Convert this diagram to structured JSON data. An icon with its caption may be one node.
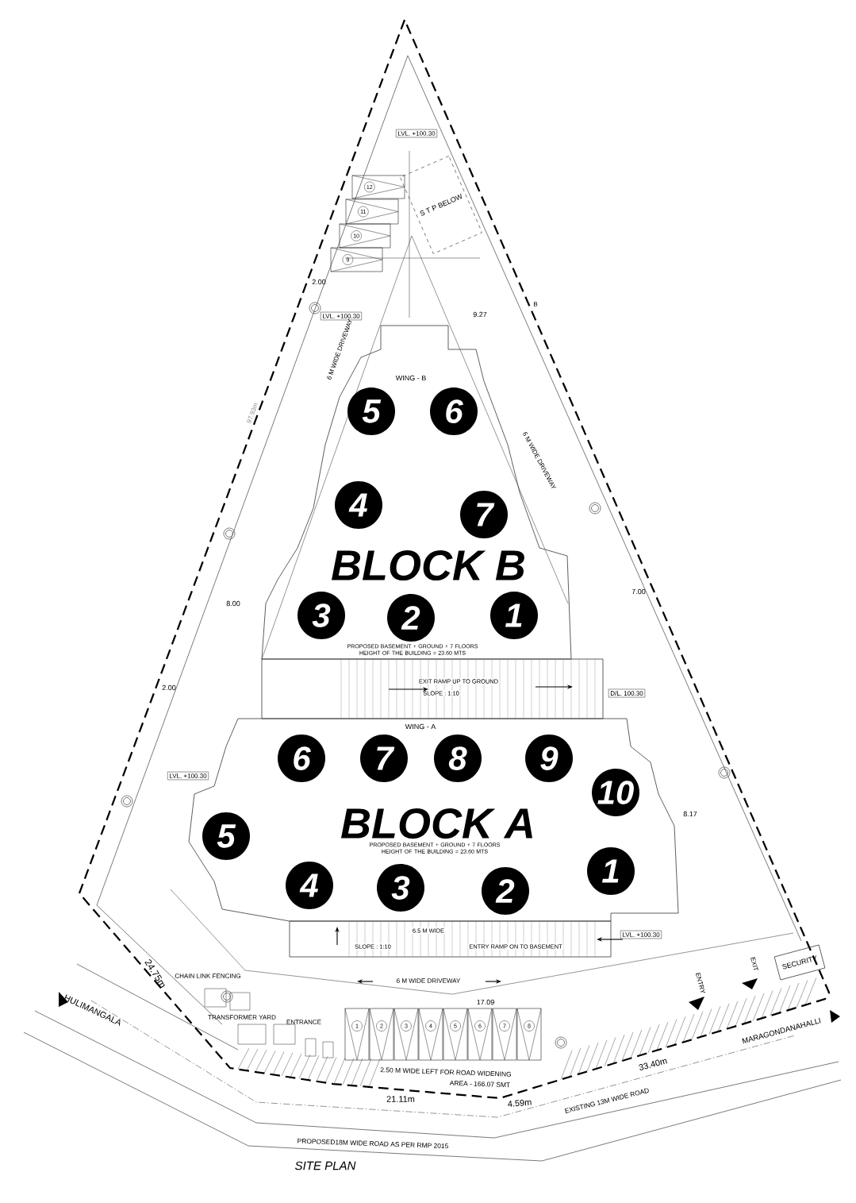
{
  "diagram": {
    "caption": "SITE PLAN",
    "nodes": [
      {
        "text": [
          "12"
        ]
      },
      {
        "text": [
          "11"
        ]
      },
      {
        "text": [
          "10"
        ]
      },
      {
        "text": [
          "9"
        ]
      },
      {
        "text": [
          "S T P BELOW"
        ]
      },
      {
        "text": [
          "WING - B",
          "BLOCK B",
          "PROPOSED BASEMENT + GROUND + 7 FLOORS HEIGHT OF THE BUILDING = 23.60 MTS"
        ]
      },
      {
        "text": [
          "5"
        ],
        "in": 5
      },
      {
        "text": [
          "6"
        ],
        "in": 5
      },
      {
        "text": [
          "4"
        ],
        "in": 5
      },
      {
        "text": [
          "7"
        ],
        "in": 5
      },
      {
        "text": [
          "3"
        ],
        "in": 5
      },
      {
        "text": [
          "2"
        ],
        "in": 5
      },
      {
        "text": [
          "1"
        ],
        "in": 5
      },
      {
        "text": [
          "EXIT RAMP UP TO GROUND",
          "SLOPE : 1:10"
        ]
      },
      {
        "text": [
          "WING - A",
          "BLOCK A",
          "PROPOSED BASEMENT + GROUND + 7 FLOORS HEIGHT OF THE BUILDING = 23.60 MTS"
        ]
      },
      {
        "text": [
          "6"
        ],
        "in": 14
      },
      {
        "text": [
          "7"
        ],
        "in": 14
      },
      {
        "text": [
          "8"
        ],
        "in": 14
      },
      {
        "text": [
          "9"
        ],
        "in": 14
      },
      {
        "text": [
          "10"
        ],
        "in": 14
      },
      {
        "text": [
          "5"
        ],
        "in": 14
      },
      {
        "text": [
          "1"
        ],
        "in": 14
      },
      {
        "text": [
          "4"
        ],
        "in": 14
      },
      {
        "text": [
          "3"
        ],
        "in": 14
      },
      {
        "text": [
          "2"
        ],
        "in": 14
      },
      {
        "text": [
          "6.5 M WIDE",
          "SLOPE : 1:10",
          "ENTRY RAMP ON TO BASEMENT"
        ]
      },
      {
        "text": [
          "1"
        ]
      },
      {
        "text": [
          "2"
        ]
      },
      {
        "text": [
          "3"
        ]
      },
      {
        "text": [
          "4"
        ]
      },
      {
        "text": [
          "5"
        ]
      },
      {
        "text": [
          "6"
        ]
      },
      {
        "text": [
          "7"
        ]
      },
      {
        "text": [
          "8"
        ]
      },
      {
        "text": [
          "SECURITY"
        ]
      }
    ],
    "labels": [
      "LVL. +100.30",
      "2.00",
      "B",
      "9.27",
      "LVL. +100.30",
      "6 M WIDE DRIVEWAY",
      "97.93m",
      "6 M WIDE DRIVEWAY",
      "8.00",
      "7.00",
      "2.00",
      "D/L. 100.30",
      "LVL. +100.30",
      "8.17",
      "LVL. +100.30",
      "24.75m",
      "CHAIN LINK FENCING",
      "6 M WIDE DRIVEWAY",
      "EXIT",
      "ENTRY",
      "HULIMANGALA",
      "TRANSFORMER YARD",
      "ENTRANCE",
      "17.09",
      "MARAGONDANAHALLI",
      "2.50 M WIDE LEFT FOR ROAD WIDENING",
      "AREA - 166.07 SMT",
      "33.40m",
      "21.11m",
      "4.59m",
      "EXISTING 13M WIDE ROAD",
      "PROPOSED18M WIDE ROAD AS PER RMP 2015"
    ]
  }
}
